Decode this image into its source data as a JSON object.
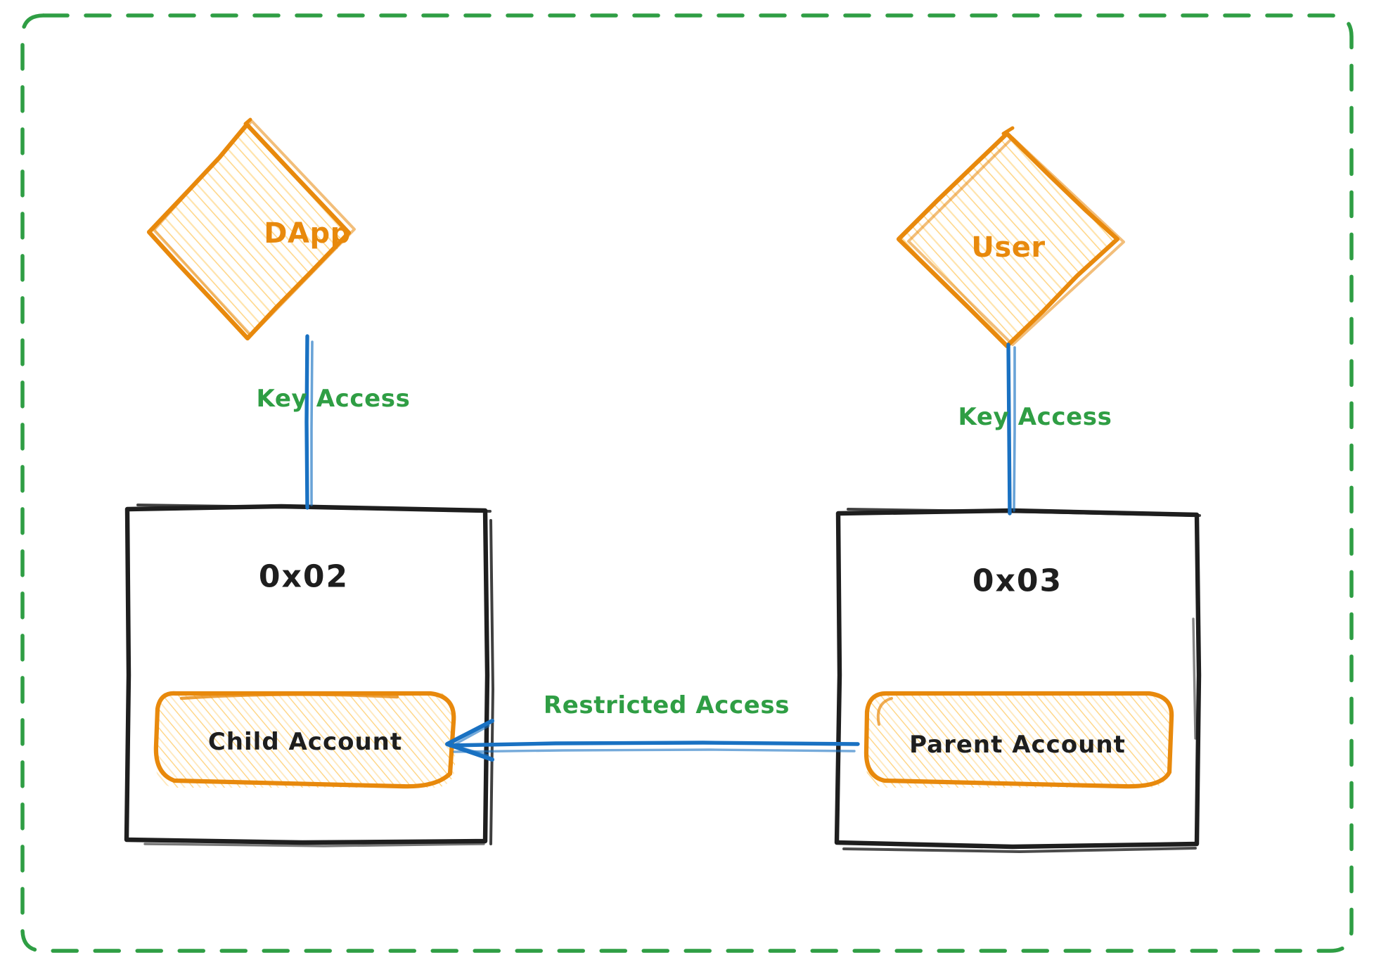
{
  "diagram": {
    "title": "Child Account Restricted Access Diagram",
    "background": "#ffffff",
    "frame": {
      "name": "dashed-frame",
      "stroke": "#2f9e44",
      "style": "dashed",
      "radius": 28
    },
    "colors": {
      "orange_stroke": "#e8890c",
      "orange_fill_hatch": "#ffd78a",
      "black_stroke": "#1e1e1e",
      "blue_arrow": "#1971c2",
      "green_label": "#2f9e44",
      "white": "#ffffff"
    },
    "nodes": [
      {
        "id": "dapp",
        "shape": "diamond",
        "label": "DApp",
        "stroke": "#e8890c",
        "fill": "hatch"
      },
      {
        "id": "user",
        "shape": "diamond",
        "label": "User",
        "stroke": "#e8890c",
        "fill": "hatch"
      },
      {
        "id": "account-0x02",
        "shape": "rectangle",
        "label": "0x02",
        "stroke": "#1e1e1e",
        "fill": "none",
        "inner": {
          "id": "child-account",
          "shape": "rounded-rectangle",
          "label": "Child Account",
          "stroke": "#e8890c",
          "fill": "hatch"
        }
      },
      {
        "id": "account-0x03",
        "shape": "rectangle",
        "label": "0x03",
        "stroke": "#1e1e1e",
        "fill": "none",
        "inner": {
          "id": "parent-account",
          "shape": "rounded-rectangle",
          "label": "Parent Account",
          "stroke": "#e8890c",
          "fill": "hatch"
        }
      }
    ],
    "edges": [
      {
        "id": "dapp-to-child",
        "from": "dapp",
        "to": "account-0x02",
        "label": "Key Access",
        "stroke": "#1971c2",
        "direction": "down",
        "arrowhead": false
      },
      {
        "id": "user-to-parent",
        "from": "user",
        "to": "account-0x03",
        "label": "Key Access",
        "stroke": "#1971c2",
        "direction": "down",
        "arrowhead": false
      },
      {
        "id": "parent-to-child",
        "from": "parent-account",
        "to": "child-account",
        "label": "Restricted Access",
        "stroke": "#1971c2",
        "direction": "left",
        "arrowhead": true
      }
    ]
  }
}
